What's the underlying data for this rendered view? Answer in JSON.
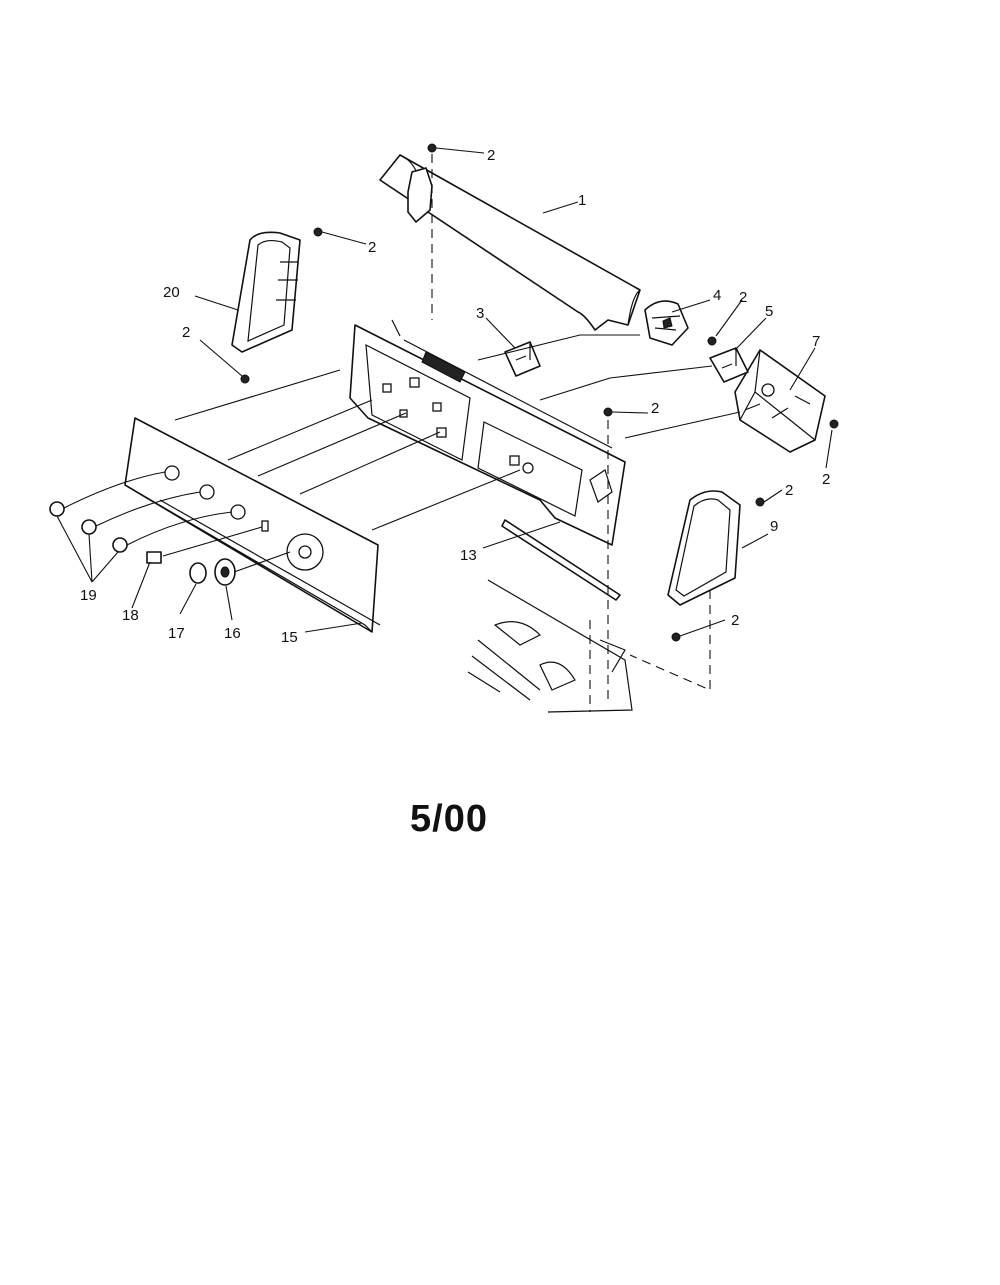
{
  "diagram": {
    "callouts": [
      {
        "id": "c1",
        "text": "1"
      },
      {
        "id": "c2a",
        "text": "2"
      },
      {
        "id": "c2b",
        "text": "2"
      },
      {
        "id": "c2c",
        "text": "2"
      },
      {
        "id": "c2d",
        "text": "2"
      },
      {
        "id": "c2e",
        "text": "2"
      },
      {
        "id": "c2f",
        "text": "2"
      },
      {
        "id": "c2g",
        "text": "2"
      },
      {
        "id": "c2h",
        "text": "2"
      },
      {
        "id": "c3",
        "text": "3"
      },
      {
        "id": "c4",
        "text": "4"
      },
      {
        "id": "c5",
        "text": "5"
      },
      {
        "id": "c7",
        "text": "7"
      },
      {
        "id": "c9",
        "text": "9"
      },
      {
        "id": "c13",
        "text": "13"
      },
      {
        "id": "c15",
        "text": "15"
      },
      {
        "id": "c16",
        "text": "16"
      },
      {
        "id": "c17",
        "text": "17"
      },
      {
        "id": "c18",
        "text": "18"
      },
      {
        "id": "c19",
        "text": "19"
      },
      {
        "id": "c20",
        "text": "20"
      }
    ]
  },
  "footer": {
    "date_code": "5/00"
  }
}
